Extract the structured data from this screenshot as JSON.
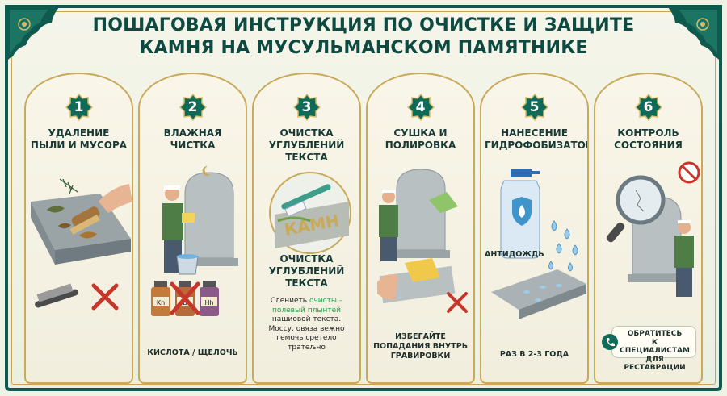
{
  "title": {
    "line1": "ПОШАГОВАЯ ИНСТРУКЦИЯ ПО ОЧИСТКЕ И ЗАЩИТЕ",
    "line2": "КАМНЯ НА МУСУЛЬМАНСКОМ ПАМЯТНИКЕ"
  },
  "colors": {
    "frame": "#0f5a4e",
    "gold": "#c9a95a",
    "badge": "#0f6b57",
    "highlight": "#2f9a48",
    "warning": "#c8352b"
  },
  "steps": [
    {
      "number": "1",
      "title_line1": "УДАЛЕНИЕ",
      "title_line2": "ПЫЛИ И МУСОРА",
      "icons": [
        "hand-brush-icon",
        "leaf-icon",
        "wire-brush-icon",
        "cross-mark-icon"
      ]
    },
    {
      "number": "2",
      "title_line1": "ВЛАЖНАЯ",
      "title_line2": "ЧИСТКА",
      "icons": [
        "man-washing-icon",
        "bucket-icon",
        "chemical-bottle-icon",
        "cross-mark-icon"
      ],
      "bottle_labels": [
        "Kn",
        "B",
        "Hh"
      ],
      "caption": "КИСЛОТА / ЩЕЛОЧЬ"
    },
    {
      "number": "3",
      "title_line1": "ОЧИСТКА",
      "title_line2": "УГЛУБЛЕНИЙ",
      "title_line3": "ТЕКСТА",
      "icons": [
        "toothbrush-icon"
      ],
      "engraving": "КАМН",
      "subtitle_line1": "ОЧИСТКА",
      "subtitle_line2": "УГЛУБЛЕНИЙ",
      "subtitle_line3": "ТЕКСТА",
      "text_before": "Слениеть ",
      "text_highlight": "очисты – полевый плынтей",
      "text_after": " нашиовой текста. Моссу, овяза вежно гемочь сретело тратељно"
    },
    {
      "number": "4",
      "title_line1": "СУШКА И",
      "title_line2": "ПОЛИРОВКА",
      "icons": [
        "man-polishing-icon",
        "cloth-icon",
        "cross-mark-icon"
      ],
      "caption_line1": "ИЗБЕГАЙТЕ",
      "caption_line2": "ПОПАДАНИЯ ВНУТРЬ",
      "caption_line3": "ГРАВИРОВКИ"
    },
    {
      "number": "5",
      "title_line1": "НАНЕСЕНИЕ",
      "title_line2": "ГИДРОФОБИЗАТОРА",
      "icons": [
        "spray-bottle-icon",
        "umbrella-shield-icon",
        "water-drop-icon"
      ],
      "product_label": "АНТИДОЖДЬ",
      "caption": "РАЗ В 2-3 ГОДА"
    },
    {
      "number": "6",
      "title_line1": "КОНТРОЛЬ",
      "title_line2": "СОСТОЯНИЯ",
      "icons": [
        "magnifier-icon",
        "no-symbol-icon",
        "man-inspecting-icon",
        "phone-icon"
      ],
      "callout_line1": "ОБРАТИТЕСЬ",
      "callout_line2": "К СПЕЦИАЛИСТАМ",
      "callout_line3": "ДЛЯ РЕСТАВРАЦИИ"
    }
  ]
}
